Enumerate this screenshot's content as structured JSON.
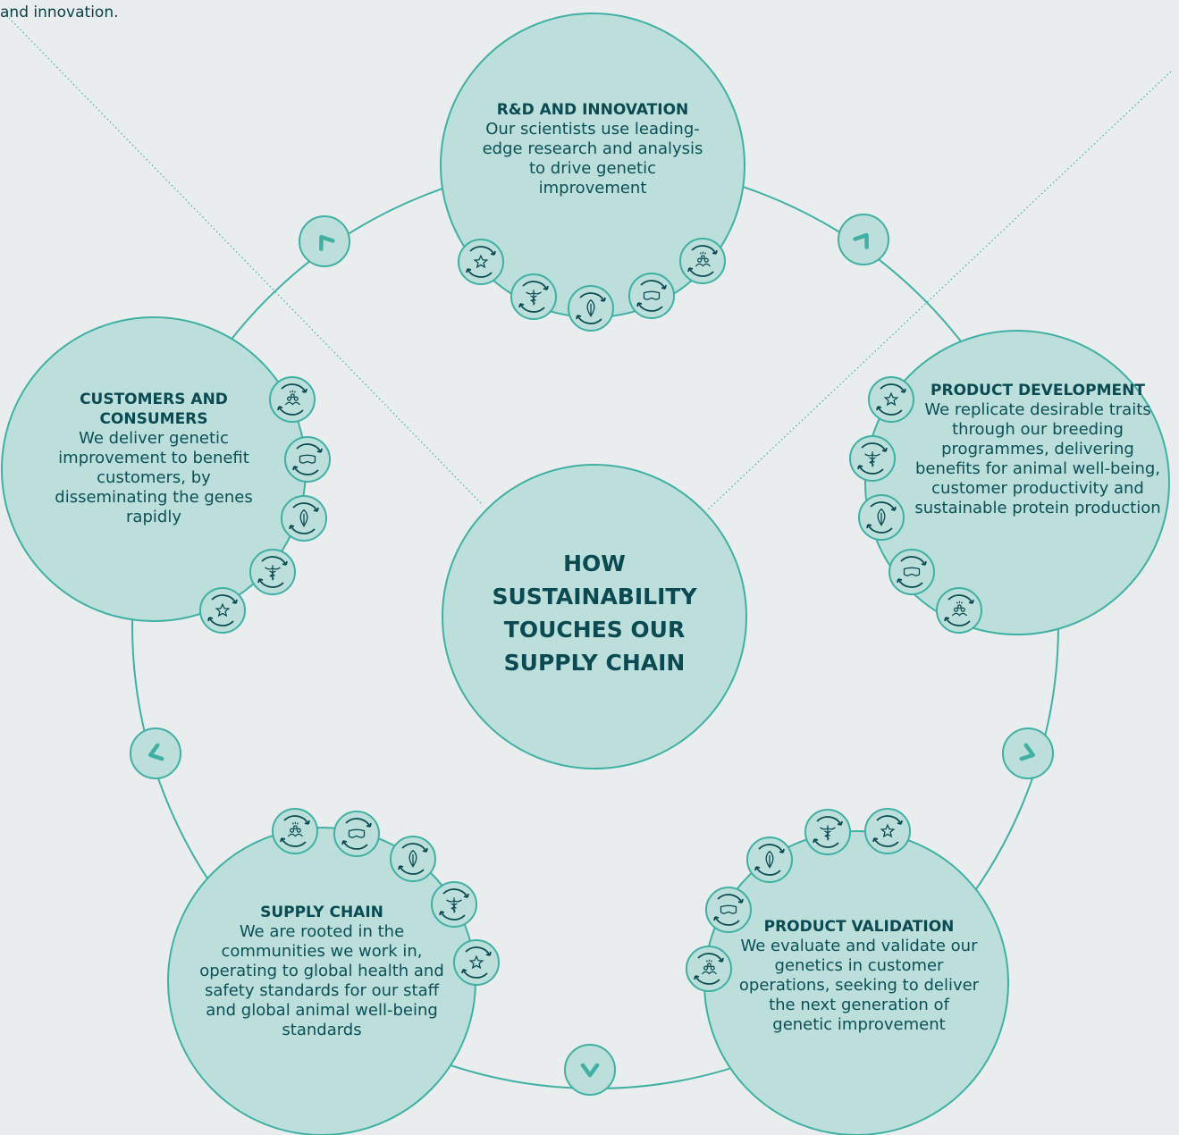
{
  "intro_text": "and innovation.",
  "center_title": "HOW SUSTAINABILITY TOUCHES OUR SUPPLY CHAIN",
  "colors": {
    "background": "#e9eded",
    "circle_fill": "#bcdfdc",
    "accent": "#3fb0a3",
    "text_dark": "#0a4a52"
  },
  "stages": [
    {
      "id": "rd",
      "title": "R&D AND INNOVATION",
      "description": "Our scientists use leading-edge research and analysis to drive genetic improvement"
    },
    {
      "id": "pd",
      "title": "PRODUCT DEVELOPMENT",
      "description": "We replicate desirable traits through our breeding programmes, delivering benefits for animal well-being, customer productivity and sustainable protein production"
    },
    {
      "id": "pv",
      "title": "PRODUCT VALIDATION",
      "description": "We evaluate and validate our genetics in customer operations, seeking to deliver the next generation of genetic improvement"
    },
    {
      "id": "sc",
      "title": "SUPPLY CHAIN",
      "description": "We are rooted in the communities we work in, operating to global health and safety standards for our staff and global animal well-being standards"
    },
    {
      "id": "cc",
      "title": "CUSTOMERS AND CONSUMERS",
      "description": "We deliver genetic improvement to benefit customers, by disseminating the genes rapidly"
    }
  ],
  "icon_names": [
    "people-icon",
    "goggles-icon",
    "leaf-icon",
    "caduceus-icon",
    "star-icon"
  ]
}
